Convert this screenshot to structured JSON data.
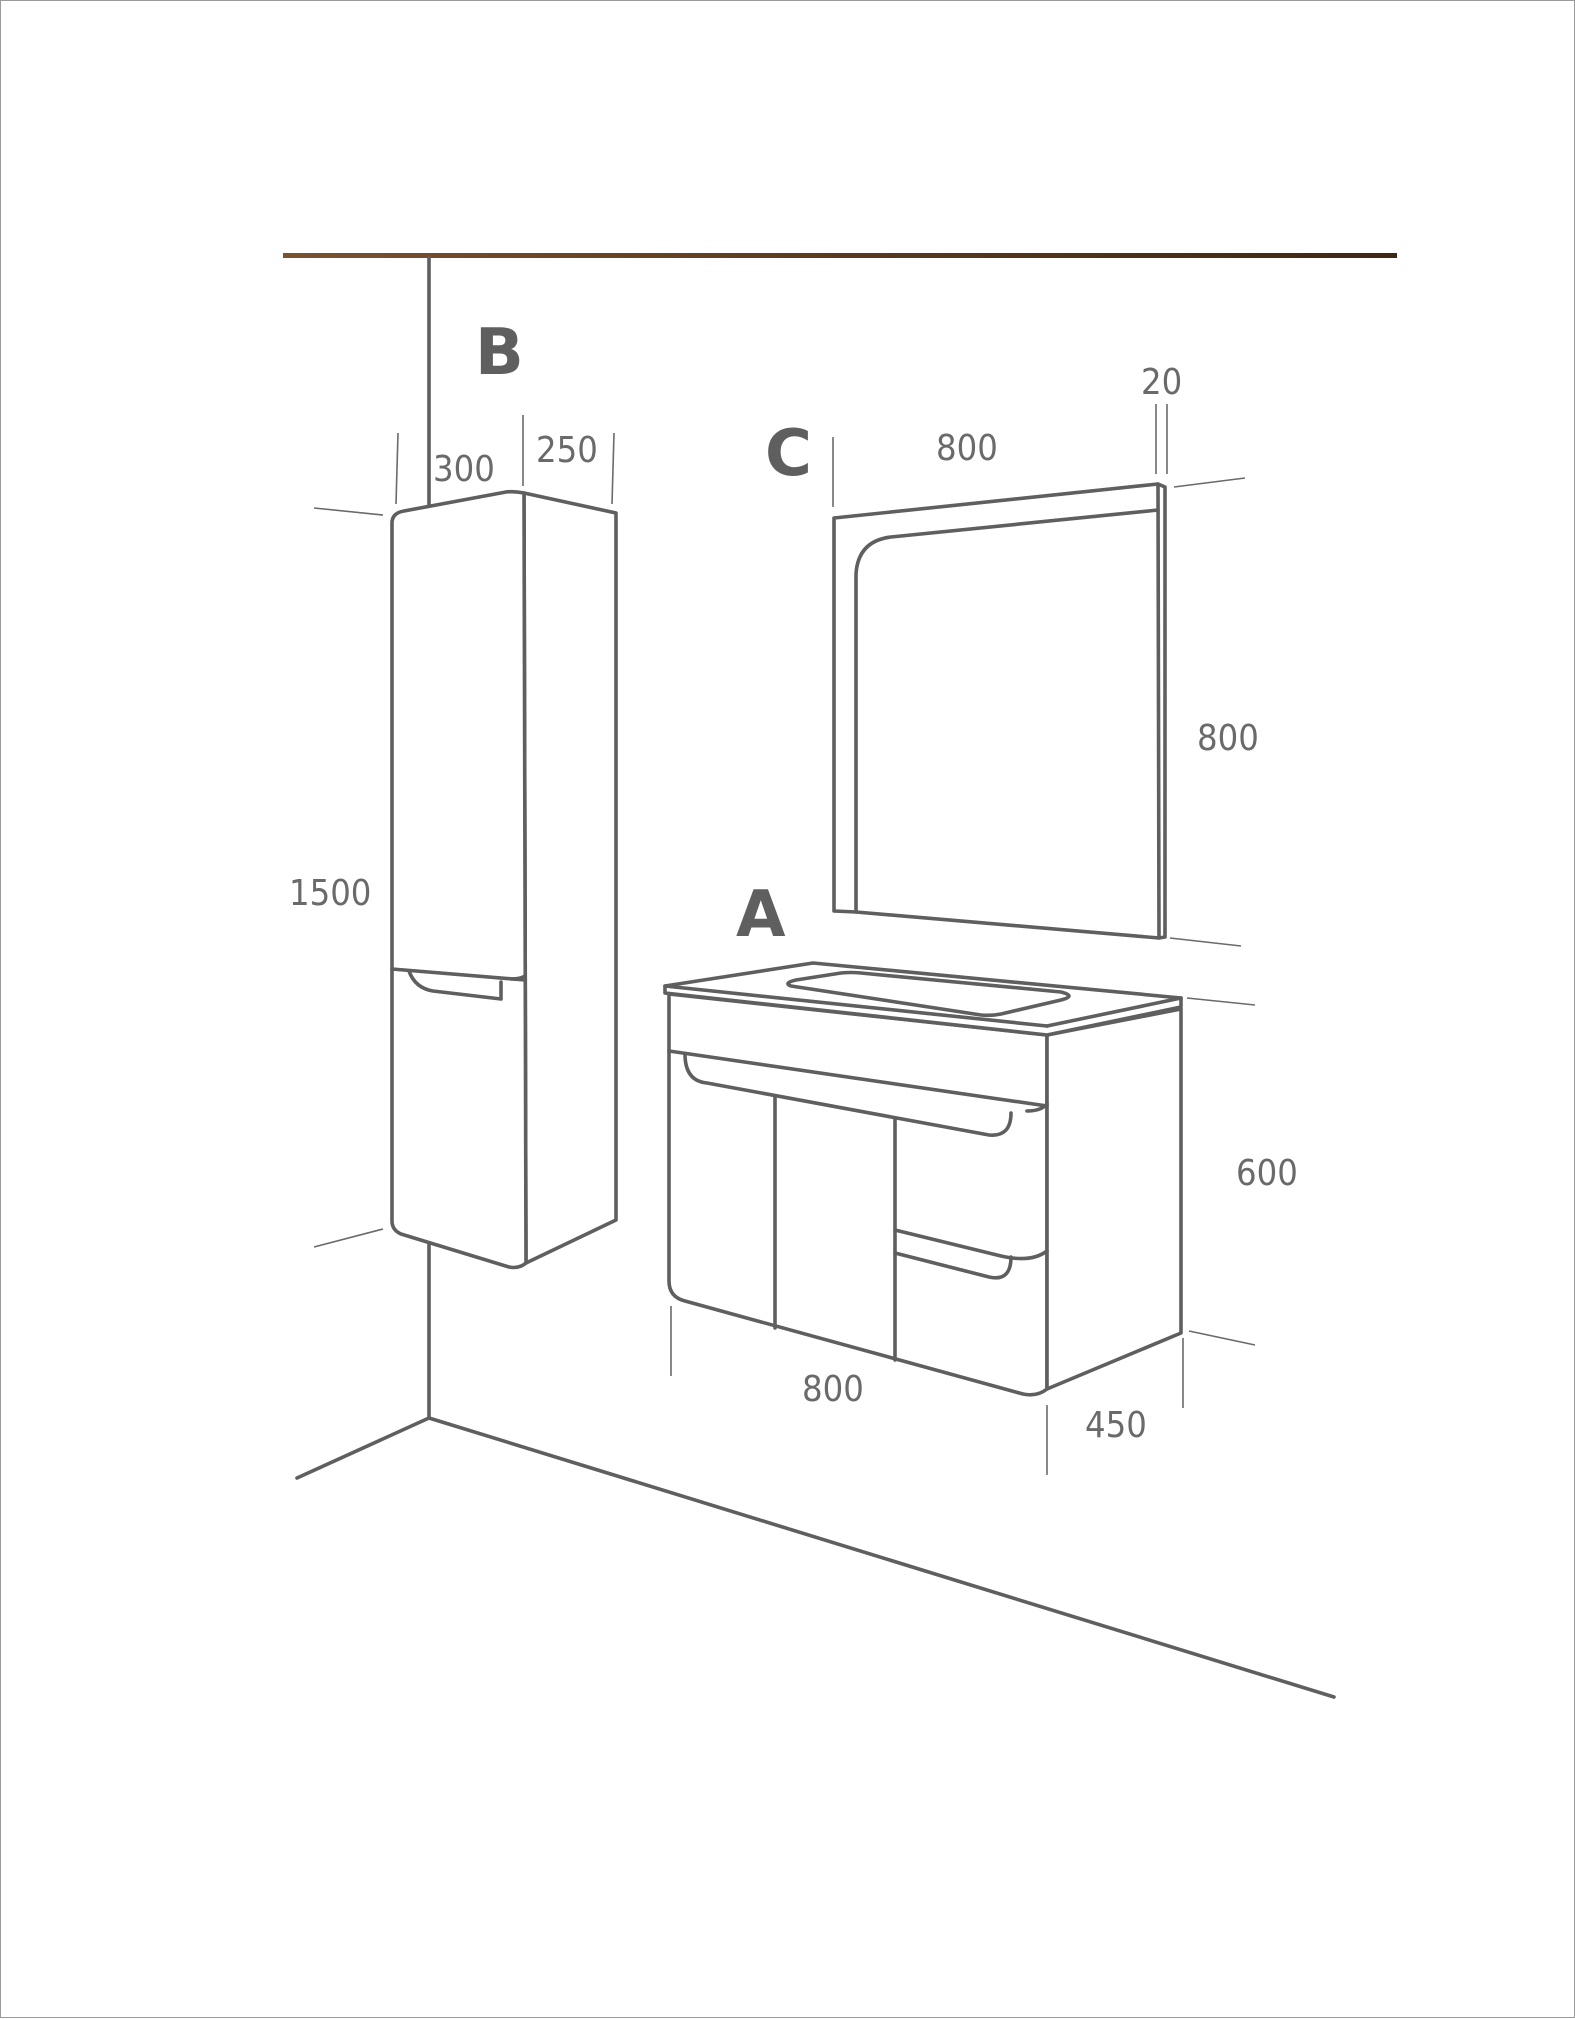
{
  "colors": {
    "line": "#5f5f5f",
    "dimension": "#6a6a6a",
    "ceiling": "#5a3a1e",
    "background": "#ffffff"
  },
  "labels": {
    "cabinet": "B",
    "mirror": "C",
    "vanity": "A"
  },
  "dimensions": {
    "cabinet_width": "300",
    "cabinet_depth": "250",
    "cabinet_height": "1500",
    "mirror_width": "800",
    "mirror_depth": "20",
    "mirror_height": "800",
    "vanity_width": "800",
    "vanity_height": "600",
    "vanity_depth": "450"
  }
}
